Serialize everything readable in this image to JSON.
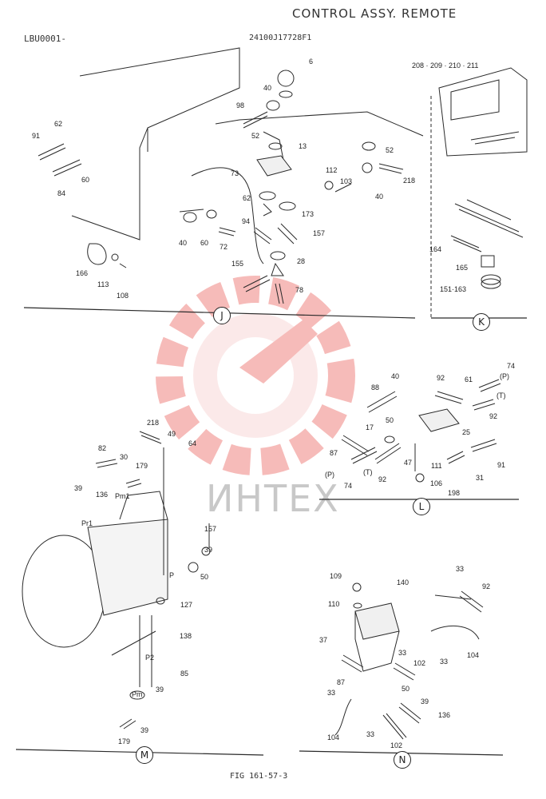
{
  "header": {
    "title": "CONTROL   ASSY. REMOTE",
    "doc_code": "LBU0001-",
    "part_code": "24100J17728F1"
  },
  "footer": {
    "figure": "FIG 161-57-3"
  },
  "watermark": {
    "text": "ИНТЕХ",
    "color": "#e8403a"
  },
  "sections": {
    "J": "J",
    "K": "K",
    "L": "L",
    "M": "M",
    "N": "N"
  },
  "section_k_header": "208 · 209 · 210 · 211",
  "callouts": {
    "j": [
      "6",
      "40",
      "98",
      "52",
      "13",
      "62",
      "91",
      "60",
      "84",
      "73",
      "112",
      "103",
      "52",
      "218",
      "40",
      "62",
      "173",
      "94",
      "157",
      "60",
      "40",
      "72",
      "155",
      "28",
      "78",
      "166",
      "113",
      "108"
    ],
    "k": [
      "164",
      "165",
      "151·163"
    ],
    "l": [
      "74",
      "(P)",
      "40",
      "61",
      "(T)",
      "88",
      "92",
      "92",
      "17",
      "50",
      "25",
      "87",
      "(T)",
      "(P)",
      "47",
      "111",
      "91",
      "74",
      "92",
      "106",
      "31",
      "198"
    ],
    "m": [
      "218",
      "49",
      "64",
      "82",
      "30",
      "179",
      "39",
      "136",
      "Pm1",
      "Pr1",
      "157",
      "39",
      "50",
      "P",
      "127",
      "138",
      "P2",
      "85",
      "39",
      "Pm",
      "179",
      "39"
    ],
    "n": [
      "109",
      "140",
      "33",
      "92",
      "110",
      "37",
      "33",
      "33",
      "102",
      "104",
      "87",
      "50",
      "33",
      "39",
      "104",
      "33",
      "102",
      "136"
    ]
  }
}
